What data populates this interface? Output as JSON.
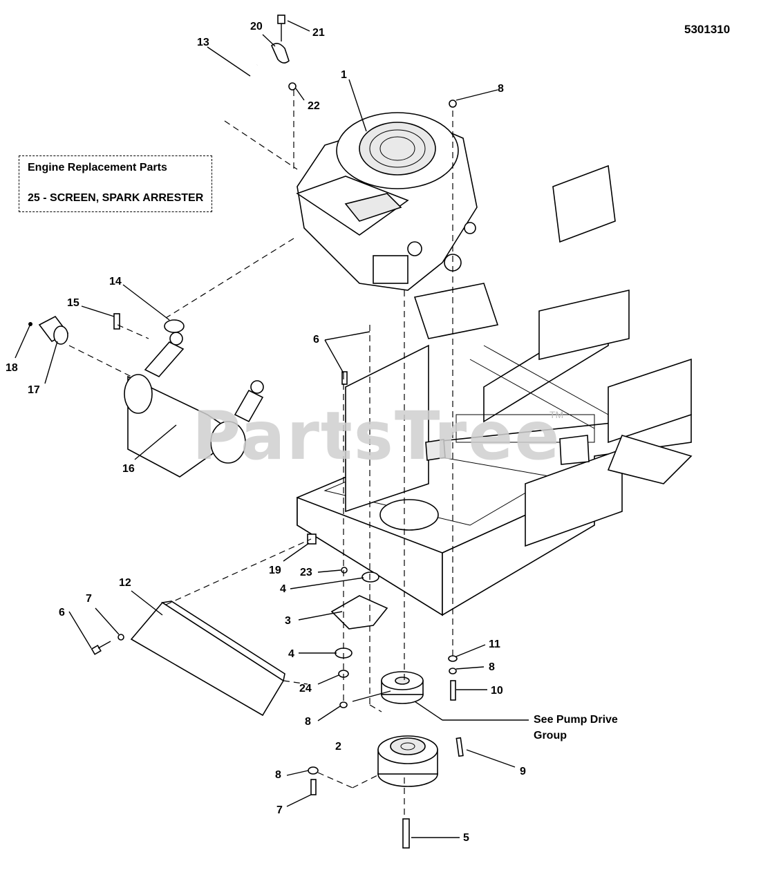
{
  "document_number": "5301310",
  "legend": {
    "title": "Engine Replacement Parts",
    "item": "25 - SCREEN, SPARK ARRESTER"
  },
  "watermark": "PartsTree",
  "trademark": "TM",
  "note": {
    "line1": "See Pump Drive",
    "line2": "Group"
  },
  "callouts": {
    "c1": "1",
    "c2": "2",
    "c3": "3",
    "c4a": "4",
    "c4b": "4",
    "c5": "5",
    "c6a": "6",
    "c6b": "6",
    "c7a": "7",
    "c7b": "7",
    "c8a": "8",
    "c8b": "8",
    "c8c": "8",
    "c8d": "8",
    "c9": "9",
    "c10": "10",
    "c11": "11",
    "c12": "12",
    "c13": "13",
    "c14": "14",
    "c15": "15",
    "c16": "16",
    "c17": "17",
    "c18": "18",
    "c19": "19",
    "c20": "20",
    "c21": "21",
    "c22": "22",
    "c23": "23",
    "c24": "24"
  }
}
